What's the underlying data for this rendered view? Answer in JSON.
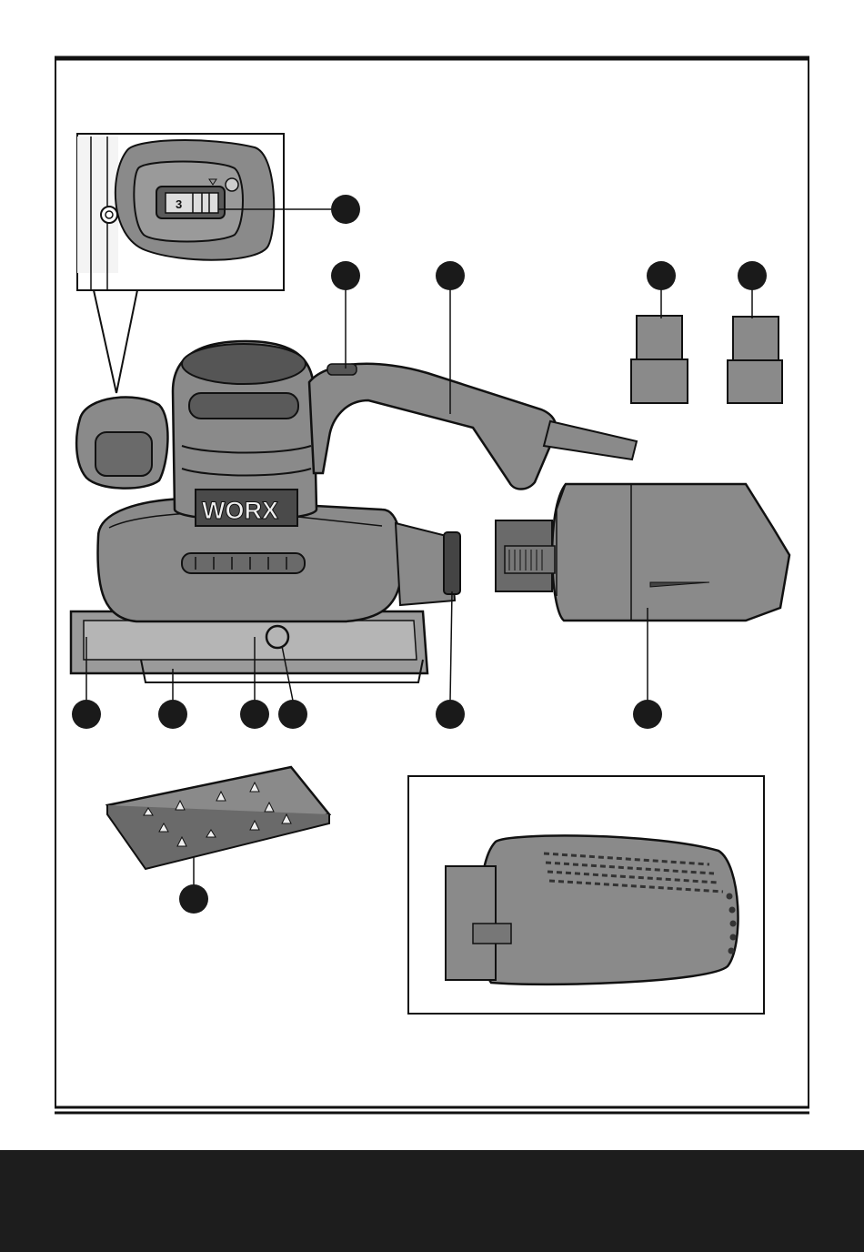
{
  "brand": {
    "logo_text": "WORX"
  },
  "speed_dial": {
    "setting_text": "3"
  },
  "colors": {
    "tool_body": "#8a8a8a",
    "tool_dark": "#3a3a3a",
    "outline": "#111111",
    "callout": "#1a1a1a",
    "footer_band": "#1d1d1d"
  },
  "icons": [
    "orbital-sander",
    "speed-dial-detail",
    "dust-box",
    "dust-adapter",
    "punch-plate",
    "dust-box-rear-view"
  ]
}
